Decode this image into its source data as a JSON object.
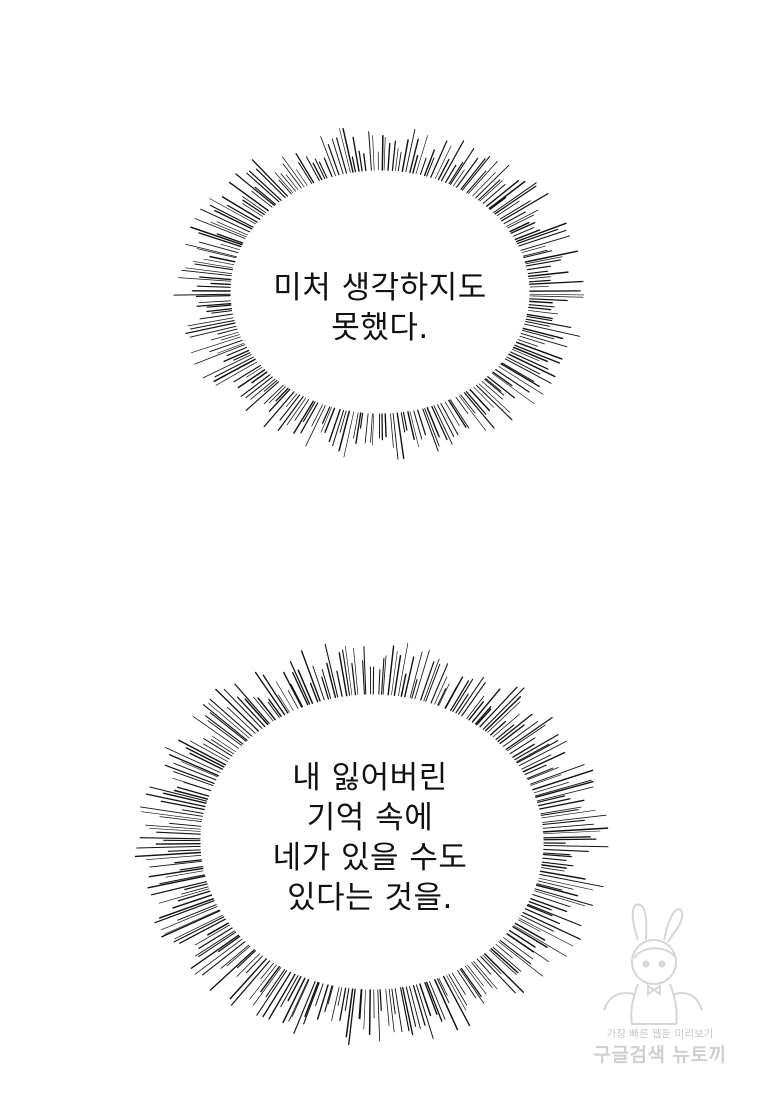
{
  "bubbles": [
    {
      "lines": [
        "미처 생각하지도",
        "못했다."
      ]
    },
    {
      "lines": [
        "내 잃어버린",
        "기억 속에",
        "네가 있을 수도",
        "있다는 것을."
      ]
    }
  ],
  "watermark": {
    "tagline": "가장 빠른 웹툰 미리보기",
    "brand": "구글검색 뉴토끼",
    "icon": "bunny-girl-mascot-icon"
  },
  "colors": {
    "ink": "#111111",
    "background": "#ffffff",
    "watermark": "#a8a8a8"
  }
}
